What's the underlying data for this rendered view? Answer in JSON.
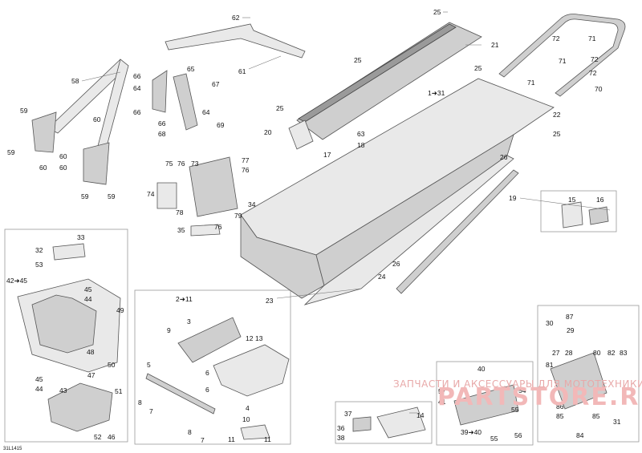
{
  "figure_code": "31L1415",
  "watermark": {
    "line1": "ЗАПЧАСТИ И АКСЕССУАРЫ ДЛЯ МОТОТЕХНИКИ",
    "line2": "PARTSTORE.RU"
  },
  "callouts": [
    {
      "id": "c62",
      "text": "62"
    },
    {
      "id": "c61",
      "text": "61"
    },
    {
      "id": "c58",
      "text": "58"
    },
    {
      "id": "c65",
      "text": "65"
    },
    {
      "id": "c66a",
      "text": "66"
    },
    {
      "id": "c64a",
      "text": "64"
    },
    {
      "id": "c67",
      "text": "67"
    },
    {
      "id": "c66b",
      "text": "66"
    },
    {
      "id": "c64b",
      "text": "64"
    },
    {
      "id": "c66c",
      "text": "66"
    },
    {
      "id": "c68",
      "text": "68"
    },
    {
      "id": "c69",
      "text": "69"
    },
    {
      "id": "c59a",
      "text": "59"
    },
    {
      "id": "c59b",
      "text": "59"
    },
    {
      "id": "c60a",
      "text": "60"
    },
    {
      "id": "c60b",
      "text": "60"
    },
    {
      "id": "c60c",
      "text": "60"
    },
    {
      "id": "c60d",
      "text": "60"
    },
    {
      "id": "c59c",
      "text": "59"
    },
    {
      "id": "c59d",
      "text": "59"
    },
    {
      "id": "c25a",
      "text": "25"
    },
    {
      "id": "c21",
      "text": "21"
    },
    {
      "id": "c25b",
      "text": "25"
    },
    {
      "id": "c25c",
      "text": "25"
    },
    {
      "id": "c25d",
      "text": "25"
    },
    {
      "id": "c1_31",
      "text": "1➜31"
    },
    {
      "id": "c20",
      "text": "20"
    },
    {
      "id": "c63",
      "text": "63"
    },
    {
      "id": "c18",
      "text": "18"
    },
    {
      "id": "c17",
      "text": "17"
    },
    {
      "id": "c22",
      "text": "22"
    },
    {
      "id": "c25e",
      "text": "25"
    },
    {
      "id": "c72a",
      "text": "72"
    },
    {
      "id": "c71a",
      "text": "71"
    },
    {
      "id": "c72b",
      "text": "72"
    },
    {
      "id": "c71b",
      "text": "71"
    },
    {
      "id": "c72c",
      "text": "72"
    },
    {
      "id": "c71c",
      "text": "71"
    },
    {
      "id": "c70",
      "text": "70"
    },
    {
      "id": "c75",
      "text": "75"
    },
    {
      "id": "c76a",
      "text": "76"
    },
    {
      "id": "c73",
      "text": "73"
    },
    {
      "id": "c77",
      "text": "77"
    },
    {
      "id": "c76b",
      "text": "76"
    },
    {
      "id": "c74",
      "text": "74"
    },
    {
      "id": "c78",
      "text": "78"
    },
    {
      "id": "c79",
      "text": "79"
    },
    {
      "id": "c76c",
      "text": "76"
    },
    {
      "id": "c35",
      "text": "35"
    },
    {
      "id": "c34",
      "text": "34"
    },
    {
      "id": "c26",
      "text": "26"
    },
    {
      "id": "c19",
      "text": "19"
    },
    {
      "id": "c15",
      "text": "15"
    },
    {
      "id": "c16",
      "text": "16"
    },
    {
      "id": "c26b",
      "text": "26"
    },
    {
      "id": "c24",
      "text": "24"
    },
    {
      "id": "c23",
      "text": "23"
    },
    {
      "id": "c33",
      "text": "33"
    },
    {
      "id": "c32",
      "text": "32"
    },
    {
      "id": "c53",
      "text": "53"
    },
    {
      "id": "c42_45",
      "text": "42➜45"
    },
    {
      "id": "c45a",
      "text": "45"
    },
    {
      "id": "c44a",
      "text": "44"
    },
    {
      "id": "c49",
      "text": "49"
    },
    {
      "id": "c48",
      "text": "48"
    },
    {
      "id": "c50",
      "text": "50"
    },
    {
      "id": "c47",
      "text": "47"
    },
    {
      "id": "c45b",
      "text": "45"
    },
    {
      "id": "c44b",
      "text": "44"
    },
    {
      "id": "c43",
      "text": "43"
    },
    {
      "id": "c51",
      "text": "51"
    },
    {
      "id": "c52",
      "text": "52"
    },
    {
      "id": "c46",
      "text": "46"
    },
    {
      "id": "c2_11",
      "text": "2➜11"
    },
    {
      "id": "c3",
      "text": "3"
    },
    {
      "id": "c9",
      "text": "9"
    },
    {
      "id": "c12",
      "text": "12"
    },
    {
      "id": "c13",
      "text": "13"
    },
    {
      "id": "c5",
      "text": "5"
    },
    {
      "id": "c6a",
      "text": "6"
    },
    {
      "id": "c6b",
      "text": "6"
    },
    {
      "id": "c8a",
      "text": "8"
    },
    {
      "id": "c7a",
      "text": "7"
    },
    {
      "id": "c4",
      "text": "4"
    },
    {
      "id": "c10",
      "text": "10"
    },
    {
      "id": "c8b",
      "text": "8"
    },
    {
      "id": "c7b",
      "text": "7"
    },
    {
      "id": "c11a",
      "text": "11"
    },
    {
      "id": "c11b",
      "text": "11"
    },
    {
      "id": "c37",
      "text": "37"
    },
    {
      "id": "c36",
      "text": "36"
    },
    {
      "id": "c38",
      "text": "38"
    },
    {
      "id": "c14",
      "text": "14"
    },
    {
      "id": "c40",
      "text": "40"
    },
    {
      "id": "c57",
      "text": "57"
    },
    {
      "id": "c41",
      "text": "41"
    },
    {
      "id": "c54",
      "text": "54"
    },
    {
      "id": "c55a",
      "text": "55"
    },
    {
      "id": "c39_40",
      "text": "39➜40"
    },
    {
      "id": "c55b",
      "text": "55"
    },
    {
      "id": "c56",
      "text": "56"
    },
    {
      "id": "c30",
      "text": "30"
    },
    {
      "id": "c87",
      "text": "87"
    },
    {
      "id": "c29",
      "text": "29"
    },
    {
      "id": "c27",
      "text": "27"
    },
    {
      "id": "c28",
      "text": "28"
    },
    {
      "id": "c80",
      "text": "80"
    },
    {
      "id": "c82",
      "text": "82"
    },
    {
      "id": "c83",
      "text": "83"
    },
    {
      "id": "c81",
      "text": "81"
    },
    {
      "id": "c86",
      "text": "86"
    },
    {
      "id": "c85",
      "text": "85"
    },
    {
      "id": "c31",
      "text": "31"
    },
    {
      "id": "c84",
      "text": "84"
    }
  ]
}
